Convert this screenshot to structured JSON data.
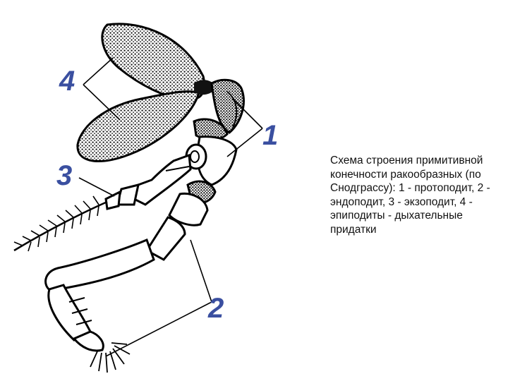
{
  "caption": "Схема строения примитивной конечности ракообразных (по Снодграссу): 1 - протоподит, 2 - эндоподит, 3 - экзоподит, 4 - эпиподиты - дыхательные придатки",
  "labels": {
    "one": "1",
    "two": "2",
    "three": "3",
    "four": "4"
  },
  "colors": {
    "label": "#3a4fa0",
    "ink": "#000000",
    "background": "#ffffff"
  }
}
